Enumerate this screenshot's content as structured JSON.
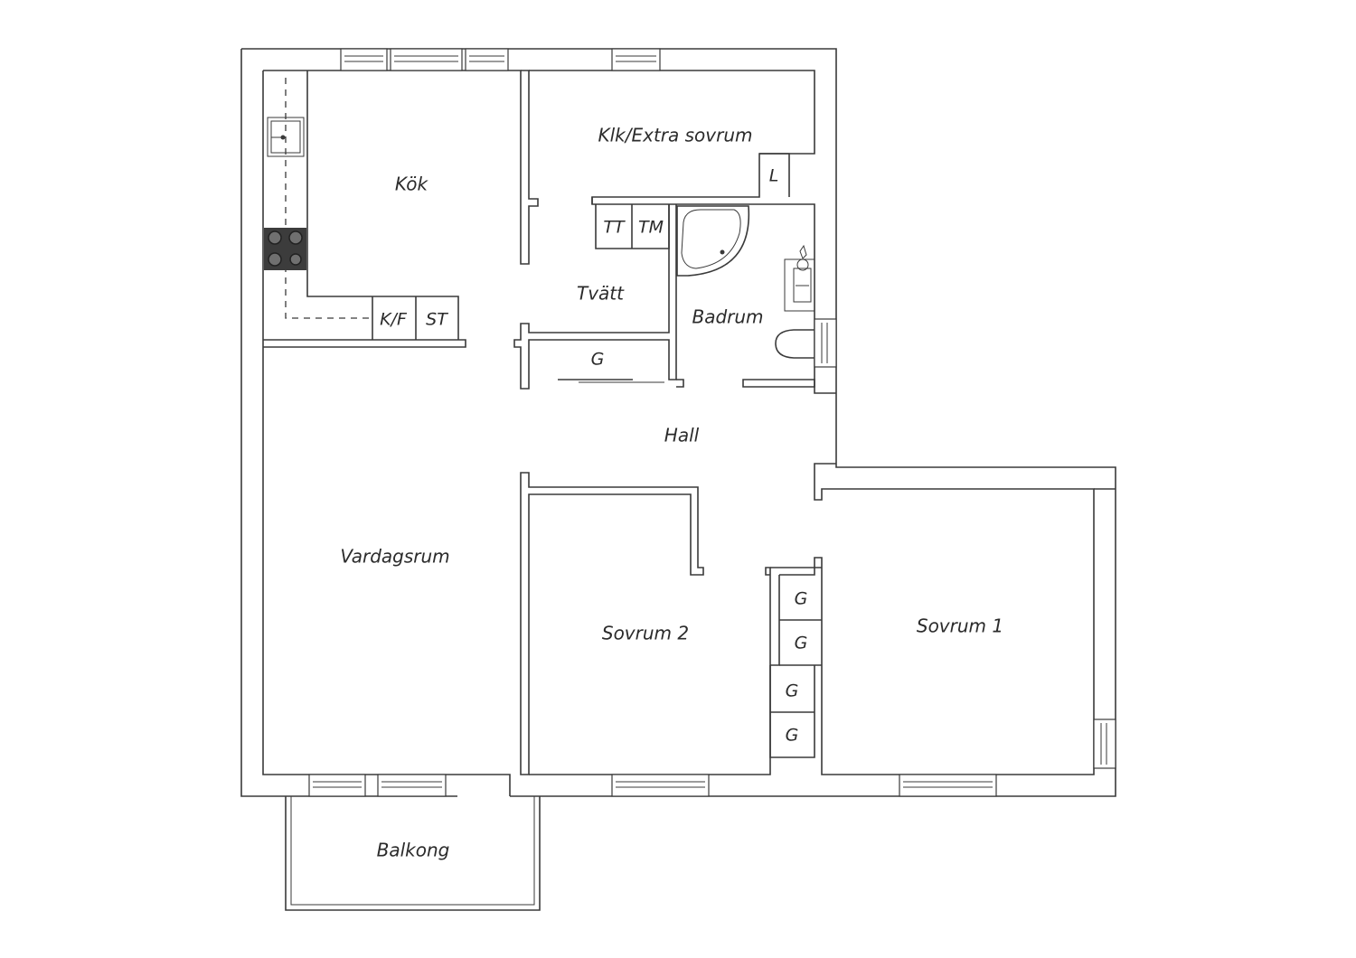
{
  "rooms": {
    "kok": "Kök",
    "klk": "Klk/Extra sovrum",
    "tvatt": "Tvätt",
    "badrum": "Badrum",
    "hall": "Hall",
    "vardagsrum": "Vardagsrum",
    "sovrum2": "Sovrum 2",
    "sovrum1": "Sovrum 1",
    "balkong": "Balkong"
  },
  "fixtures": {
    "kf": "K/F",
    "st": "ST",
    "tt": "TT",
    "tm": "TM",
    "l": "L",
    "g_hall": "G",
    "g_1": "G",
    "g_2": "G",
    "g_3": "G",
    "g_4": "G"
  },
  "colors": {
    "wall": "#3a3a3a",
    "stove": "#3c3c3c",
    "background": "#ffffff"
  },
  "icons": [
    "sink-icon",
    "stove-icon",
    "bathtub-icon",
    "washbasin-icon",
    "toilet-icon",
    "window-icon"
  ]
}
